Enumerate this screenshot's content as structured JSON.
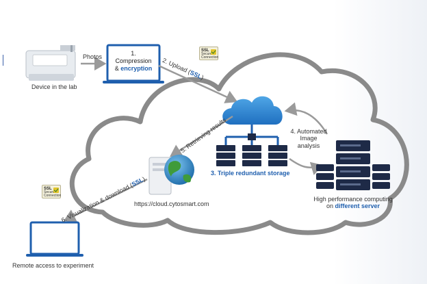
{
  "nodes": {
    "device_lab": "Device in the lab",
    "photos": "Photos",
    "compression_line1": "1.",
    "compression_line2": "Compression",
    "compression_amp": "& ",
    "compression_encryption": "encryption",
    "upload_prefix": "2. Upload (",
    "upload_ssl": "SSL",
    "upload_suffix": ")",
    "retrieving": "5. Retrieving results",
    "automated_line1": "4. Automated",
    "automated_line2": "Image",
    "automated_line3": "analysis",
    "storage": "3. Triple redundant storage",
    "url": "https://cloud.cytosmart.com",
    "visualization_prefix": "6. Visualization & download (",
    "visualization_ssl": "SSL",
    "visualization_suffix": ")",
    "hpc_line1": "High performance computing",
    "hpc_line2_prefix": "on ",
    "hpc_line2_bold": "different server",
    "remote": "Remote access to experiment"
  },
  "ssl_badge": {
    "title": "SSL",
    "line1": "Secure",
    "line2": "Connection"
  },
  "colors": {
    "cloud_stroke": "#8a8a8a",
    "accent_blue": "#1f5fae",
    "server_dark": "#1e2a47",
    "arrow_gray": "#9a9a9a"
  },
  "icons": [
    "lab-device-icon",
    "laptop-icon",
    "ssl-badge-icon",
    "cloud-icon",
    "server-rack-icon",
    "web-server-globe-icon",
    "hpc-server-icon",
    "remote-laptop-icon"
  ]
}
